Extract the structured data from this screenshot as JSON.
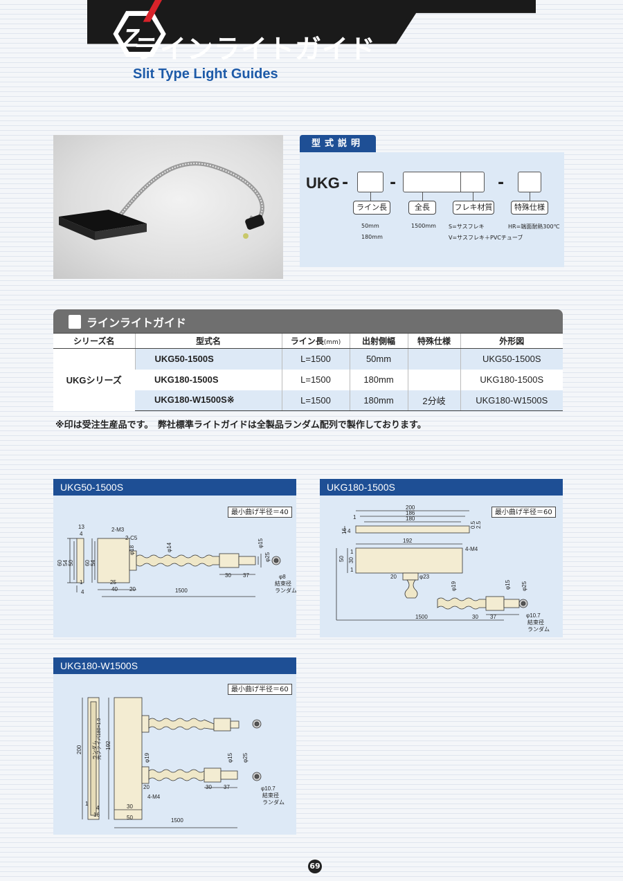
{
  "header": {
    "title_jp": "ラインライトガイド",
    "title_en": "Slit Type Light Guides"
  },
  "model": {
    "tab_label": "型式説明",
    "prefix": "UKG",
    "dash": "-",
    "fields": [
      {
        "label": "ライン長",
        "values": [
          "50mm",
          "180mm"
        ]
      },
      {
        "label": "全長",
        "values": [
          "1500mm"
        ]
      },
      {
        "label": "フレキ材質",
        "values": [
          "S=サスフレキ",
          "V=サスフレキ＋PVCチューブ"
        ]
      },
      {
        "label": "特殊仕様",
        "values": [
          "HR=端面耐熱300℃"
        ]
      }
    ]
  },
  "table": {
    "title": "ラインライトガイド",
    "headers": [
      "シリーズ名",
      "型式名",
      "ライン長",
      "(mm)",
      "出射側幅",
      "特殊仕様",
      "外形図"
    ],
    "series": "UKGシリーズ",
    "rows": [
      {
        "model": "UKG50-1500S",
        "line": "L=1500",
        "width": "50mm",
        "special": "",
        "drawing": "UKG50-1500S"
      },
      {
        "model": "UKG180-1500S",
        "line": "L=1500",
        "width": "180mm",
        "special": "",
        "drawing": "UKG180-1500S"
      },
      {
        "model": "UKG180-W1500S※",
        "line": "L=1500",
        "width": "180mm",
        "special": "2分岐",
        "drawing": "UKG180-W1500S"
      }
    ],
    "note": "※印は受注生産品です。　弊社標準ライトガイドは全製品ランダム配列で製作しております。"
  },
  "drawings": [
    {
      "name": "UKG50-1500S",
      "radius": "最小曲げ半径＝40",
      "dims": [
        "13",
        "4",
        "60",
        "54",
        "50",
        "60",
        "54",
        "1",
        "4",
        "2-M3",
        "2-C5",
        "φ18",
        "φ14",
        "25",
        "40",
        "20",
        "1500",
        "φ15",
        "φ25",
        "30",
        "37",
        "φ8",
        "結束径",
        "ランダム"
      ]
    },
    {
      "name": "UKG180-1500S",
      "radius": "最小曲げ半径＝60",
      "dims": [
        "200",
        "186",
        "180",
        "1",
        "16",
        "4",
        "0.5",
        "2.5",
        "192",
        "4-M4",
        "50",
        "1",
        "30",
        "1",
        "20",
        "φ23",
        "φ19",
        "φ15",
        "φ25",
        "1500",
        "30",
        "37",
        "φ10.7",
        "結束径",
        "ランダム"
      ]
    },
    {
      "name": "UKG180-W1500S",
      "radius": "最小曲げ半径＝60",
      "dims": [
        "200",
        "光ファイバ180×1.0",
        "ランダム",
        "192",
        "φ19",
        "φ15",
        "φ25",
        "20",
        "30",
        "37",
        "4-M4",
        "φ10.7",
        "結束径",
        "ランダム",
        "1",
        "4",
        "16",
        "30",
        "50",
        "1500"
      ]
    }
  ],
  "page_number": "69"
}
